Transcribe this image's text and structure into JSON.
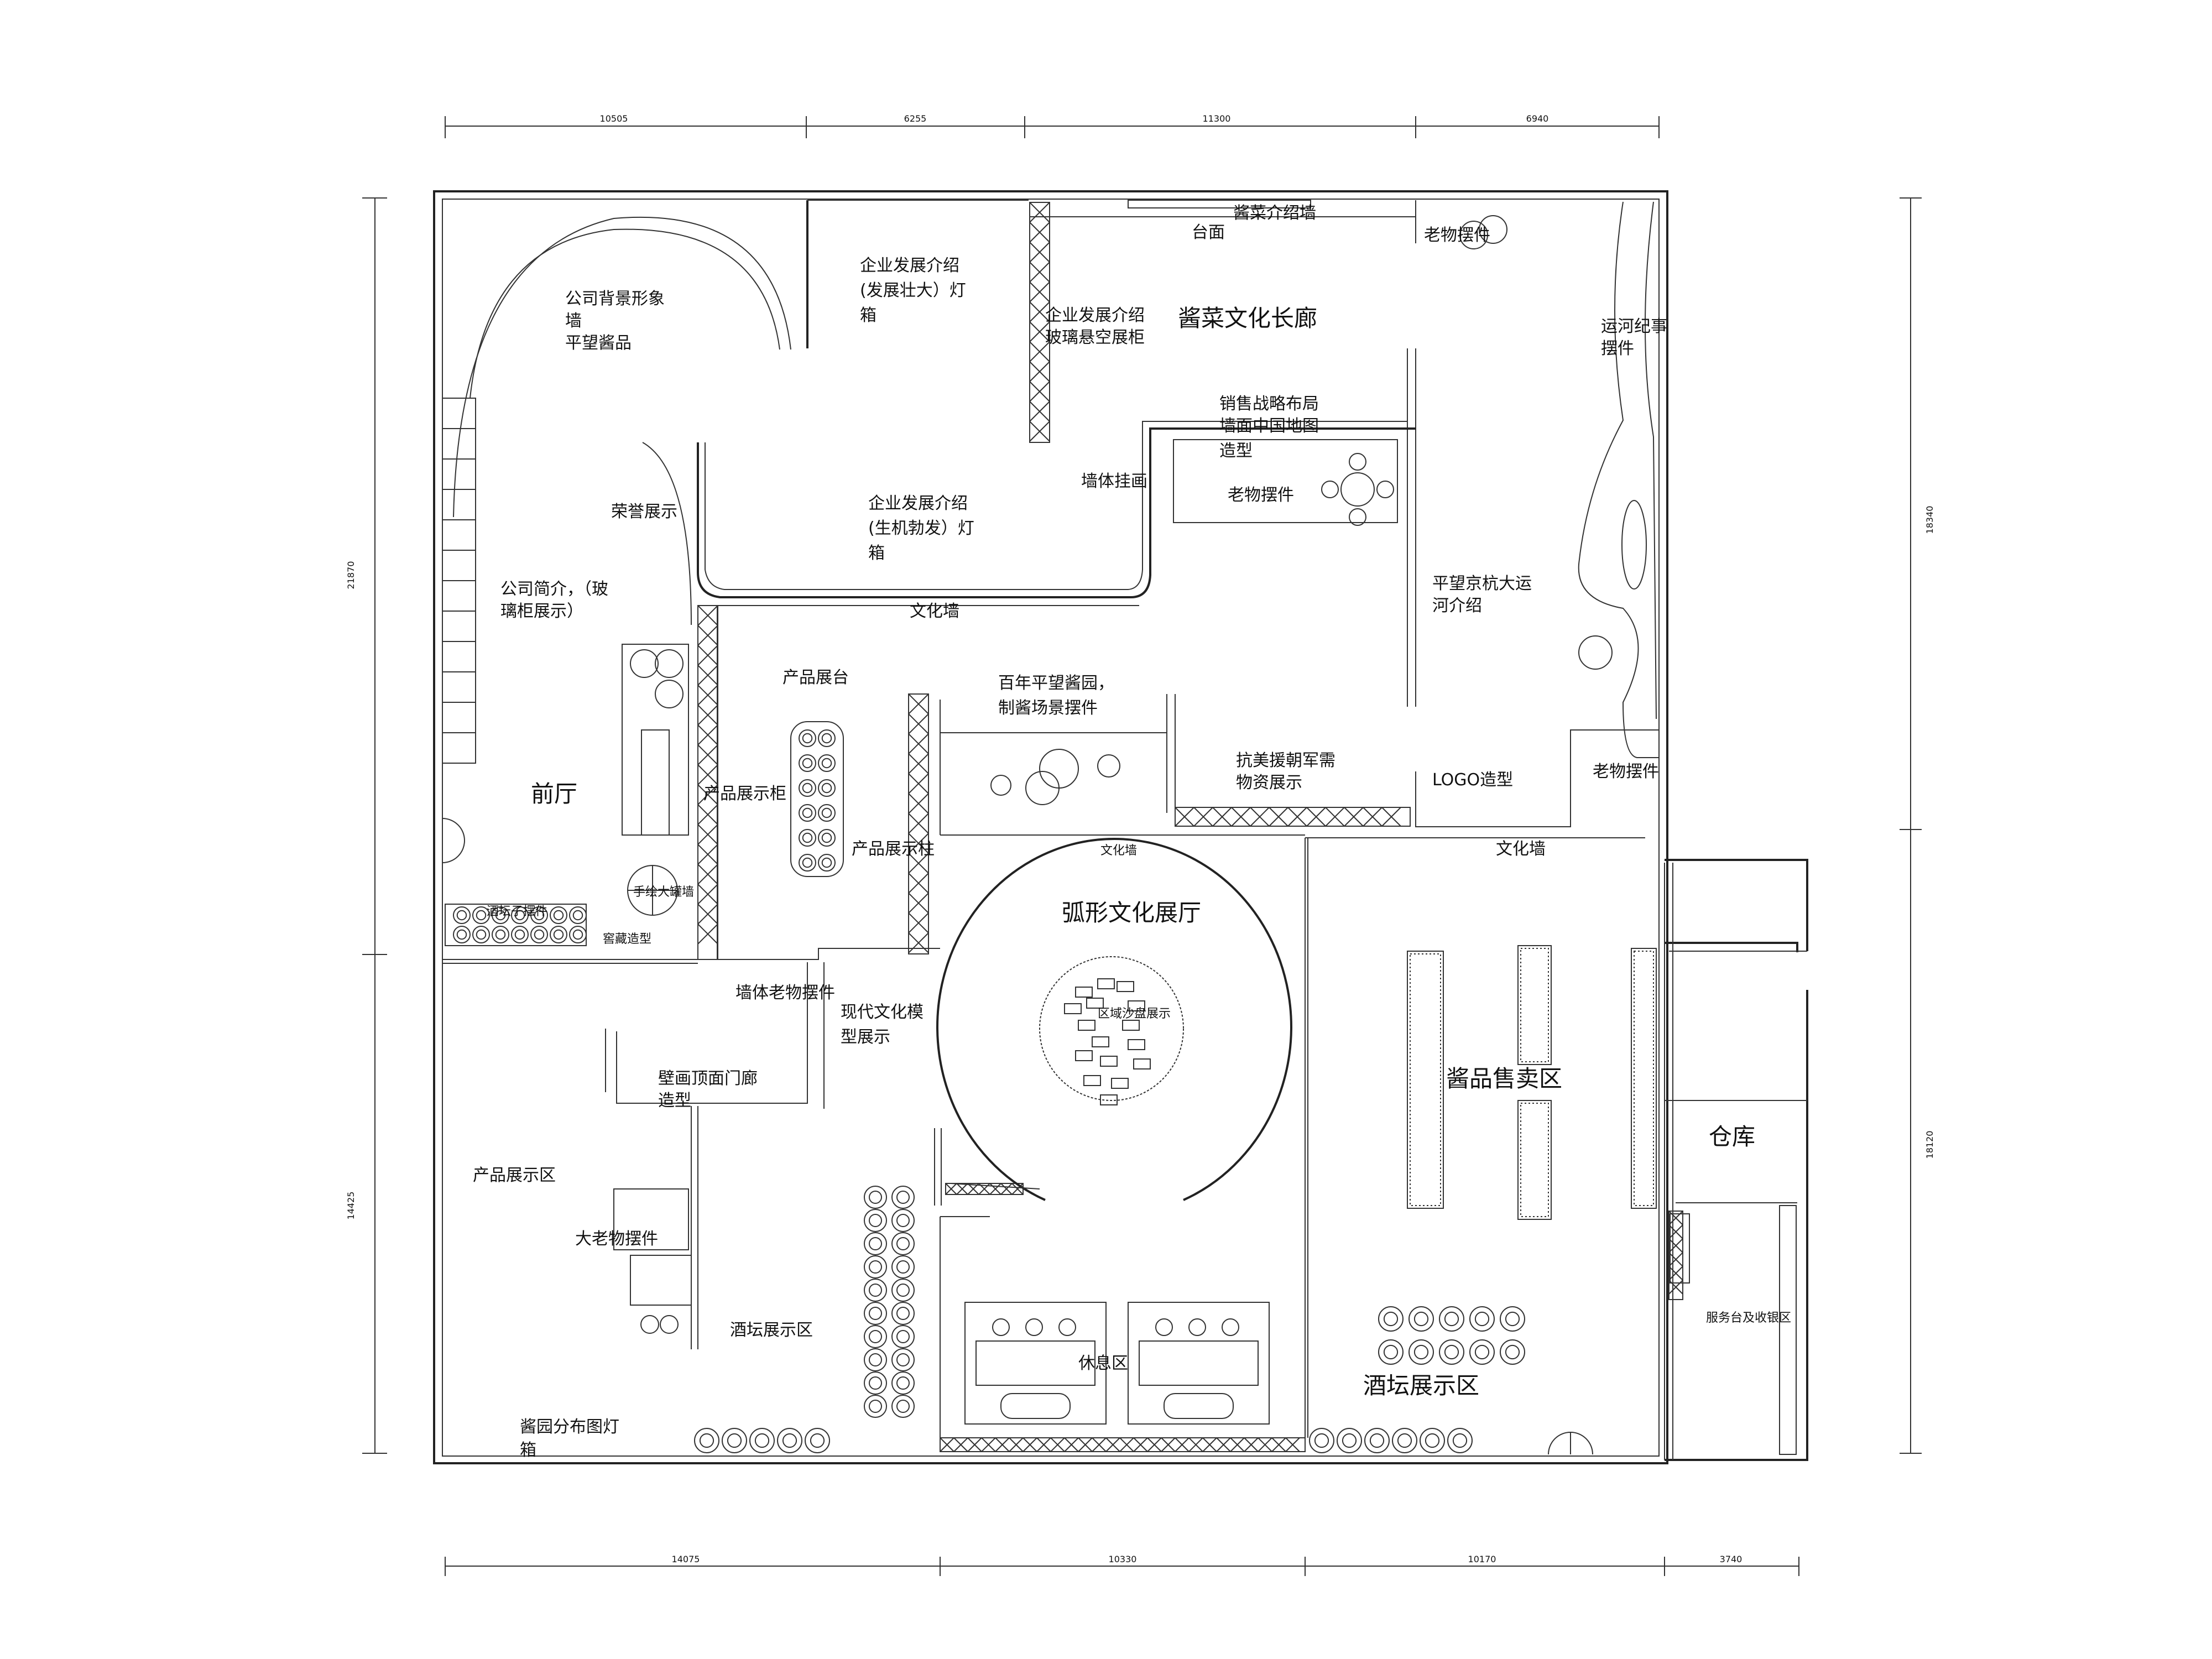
{
  "dimensions": {
    "top": [
      "10505",
      "6255",
      "11300",
      "6940"
    ],
    "bottom": [
      "14075",
      "10330",
      "10170",
      "3740"
    ],
    "left": [
      "21870",
      "14425"
    ],
    "right": [
      "18340",
      "18120"
    ]
  },
  "rooms": {
    "front_hall": "前厅",
    "sauce_corridor": "酱菜文化长廊",
    "arc_hall": "弧形文化展厅",
    "sales_area": "酱品售卖区",
    "warehouse": "仓库",
    "jar_area_large": "酒坛展示区"
  },
  "labels": {
    "bg_wall_1": "公司背景形象",
    "bg_wall_2": "墙",
    "bg_wall_3": "平望酱品",
    "dev_lightbox_1": "企业发展介绍",
    "dev_lightbox_2": "(发展壮大）灯",
    "dev_lightbox_3": "箱",
    "dev_glass_1": "企业发展介绍",
    "dev_glass_2": "玻璃悬空展柜",
    "pickle_wall": "酱菜介绍墙",
    "counter": "台面",
    "old_items_top": "老物摆件",
    "canal_story_1": "运河纪事",
    "canal_story_2": "摆件",
    "sales_map_1": "销售战略布局",
    "sales_map_2": "墙面中国地图",
    "sales_map_3": "造型",
    "old_items_mid": "老物摆件",
    "wall_painting": "墙体挂画",
    "honor": "荣誉展示",
    "dev2_1": "企业发展介绍",
    "dev2_2": "(生机勃发）灯",
    "dev2_3": "箱",
    "company_intro_1": "公司简介，（玻",
    "company_intro_2": "璃柜展示）",
    "culture_wall_1": "文化墙",
    "canal_intro_1": "平望京杭大运",
    "canal_intro_2": "河介绍",
    "product_stage": "产品展台",
    "century_1": "百年平望酱园，",
    "century_2": "制酱场景摆件",
    "aid_1": "抗美援朝军需",
    "aid_2": "物资展示",
    "logo": "LOGO造型",
    "old_items_right": "老物摆件",
    "product_cabinet": "产品展示柜",
    "product_column": "产品展示柱",
    "culture_wall_small": "文化墙",
    "culture_wall_2": "文化墙",
    "jar_small": "酒坛子摆件",
    "cylinder": "手绘大罐墙",
    "stamp": "窖藏造型",
    "sand_table": "区域沙盘展示",
    "wall_old_items": "墙体老物摆件",
    "modern_model_1": "现代文化模",
    "modern_model_2": "型展示",
    "mural_1": "壁画顶面门廊",
    "mural_2": "造型",
    "product_area": "产品展示区",
    "big_old_items": "大老物摆件",
    "jar_area_small": "酒坛展示区",
    "rest_area": "休息区",
    "garden_map_1": "酱园分布图灯",
    "garden_map_2": "箱",
    "service_desk": "服务台及收银区"
  }
}
